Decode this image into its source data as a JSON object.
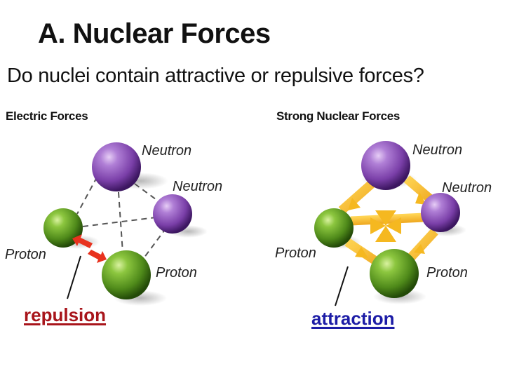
{
  "slide": {
    "title": "A.  Nuclear Forces",
    "question": "Do nuclei contain attractive or repulsive forces?"
  },
  "panels": [
    {
      "heading": "Electric Forces",
      "labels": {
        "neutron_top": "Neutron",
        "neutron_right": "Neutron",
        "proton_left": "Proton",
        "proton_bottom": "Proton"
      },
      "callout": "repulsion",
      "callout_color": "#a8151b",
      "arrow_color": "#e8321e"
    },
    {
      "heading": "Strong Nuclear Forces",
      "labels": {
        "neutron_top": "Neutron",
        "neutron_right": "Neutron",
        "proton_left": "Proton",
        "proton_bottom": "Proton"
      },
      "callout": "attraction",
      "callout_color": "#1c1ca6",
      "arrow_color": "#f5b820"
    }
  ],
  "colors": {
    "neutron": "#8a4fb4",
    "proton": "#5e9c1f"
  }
}
